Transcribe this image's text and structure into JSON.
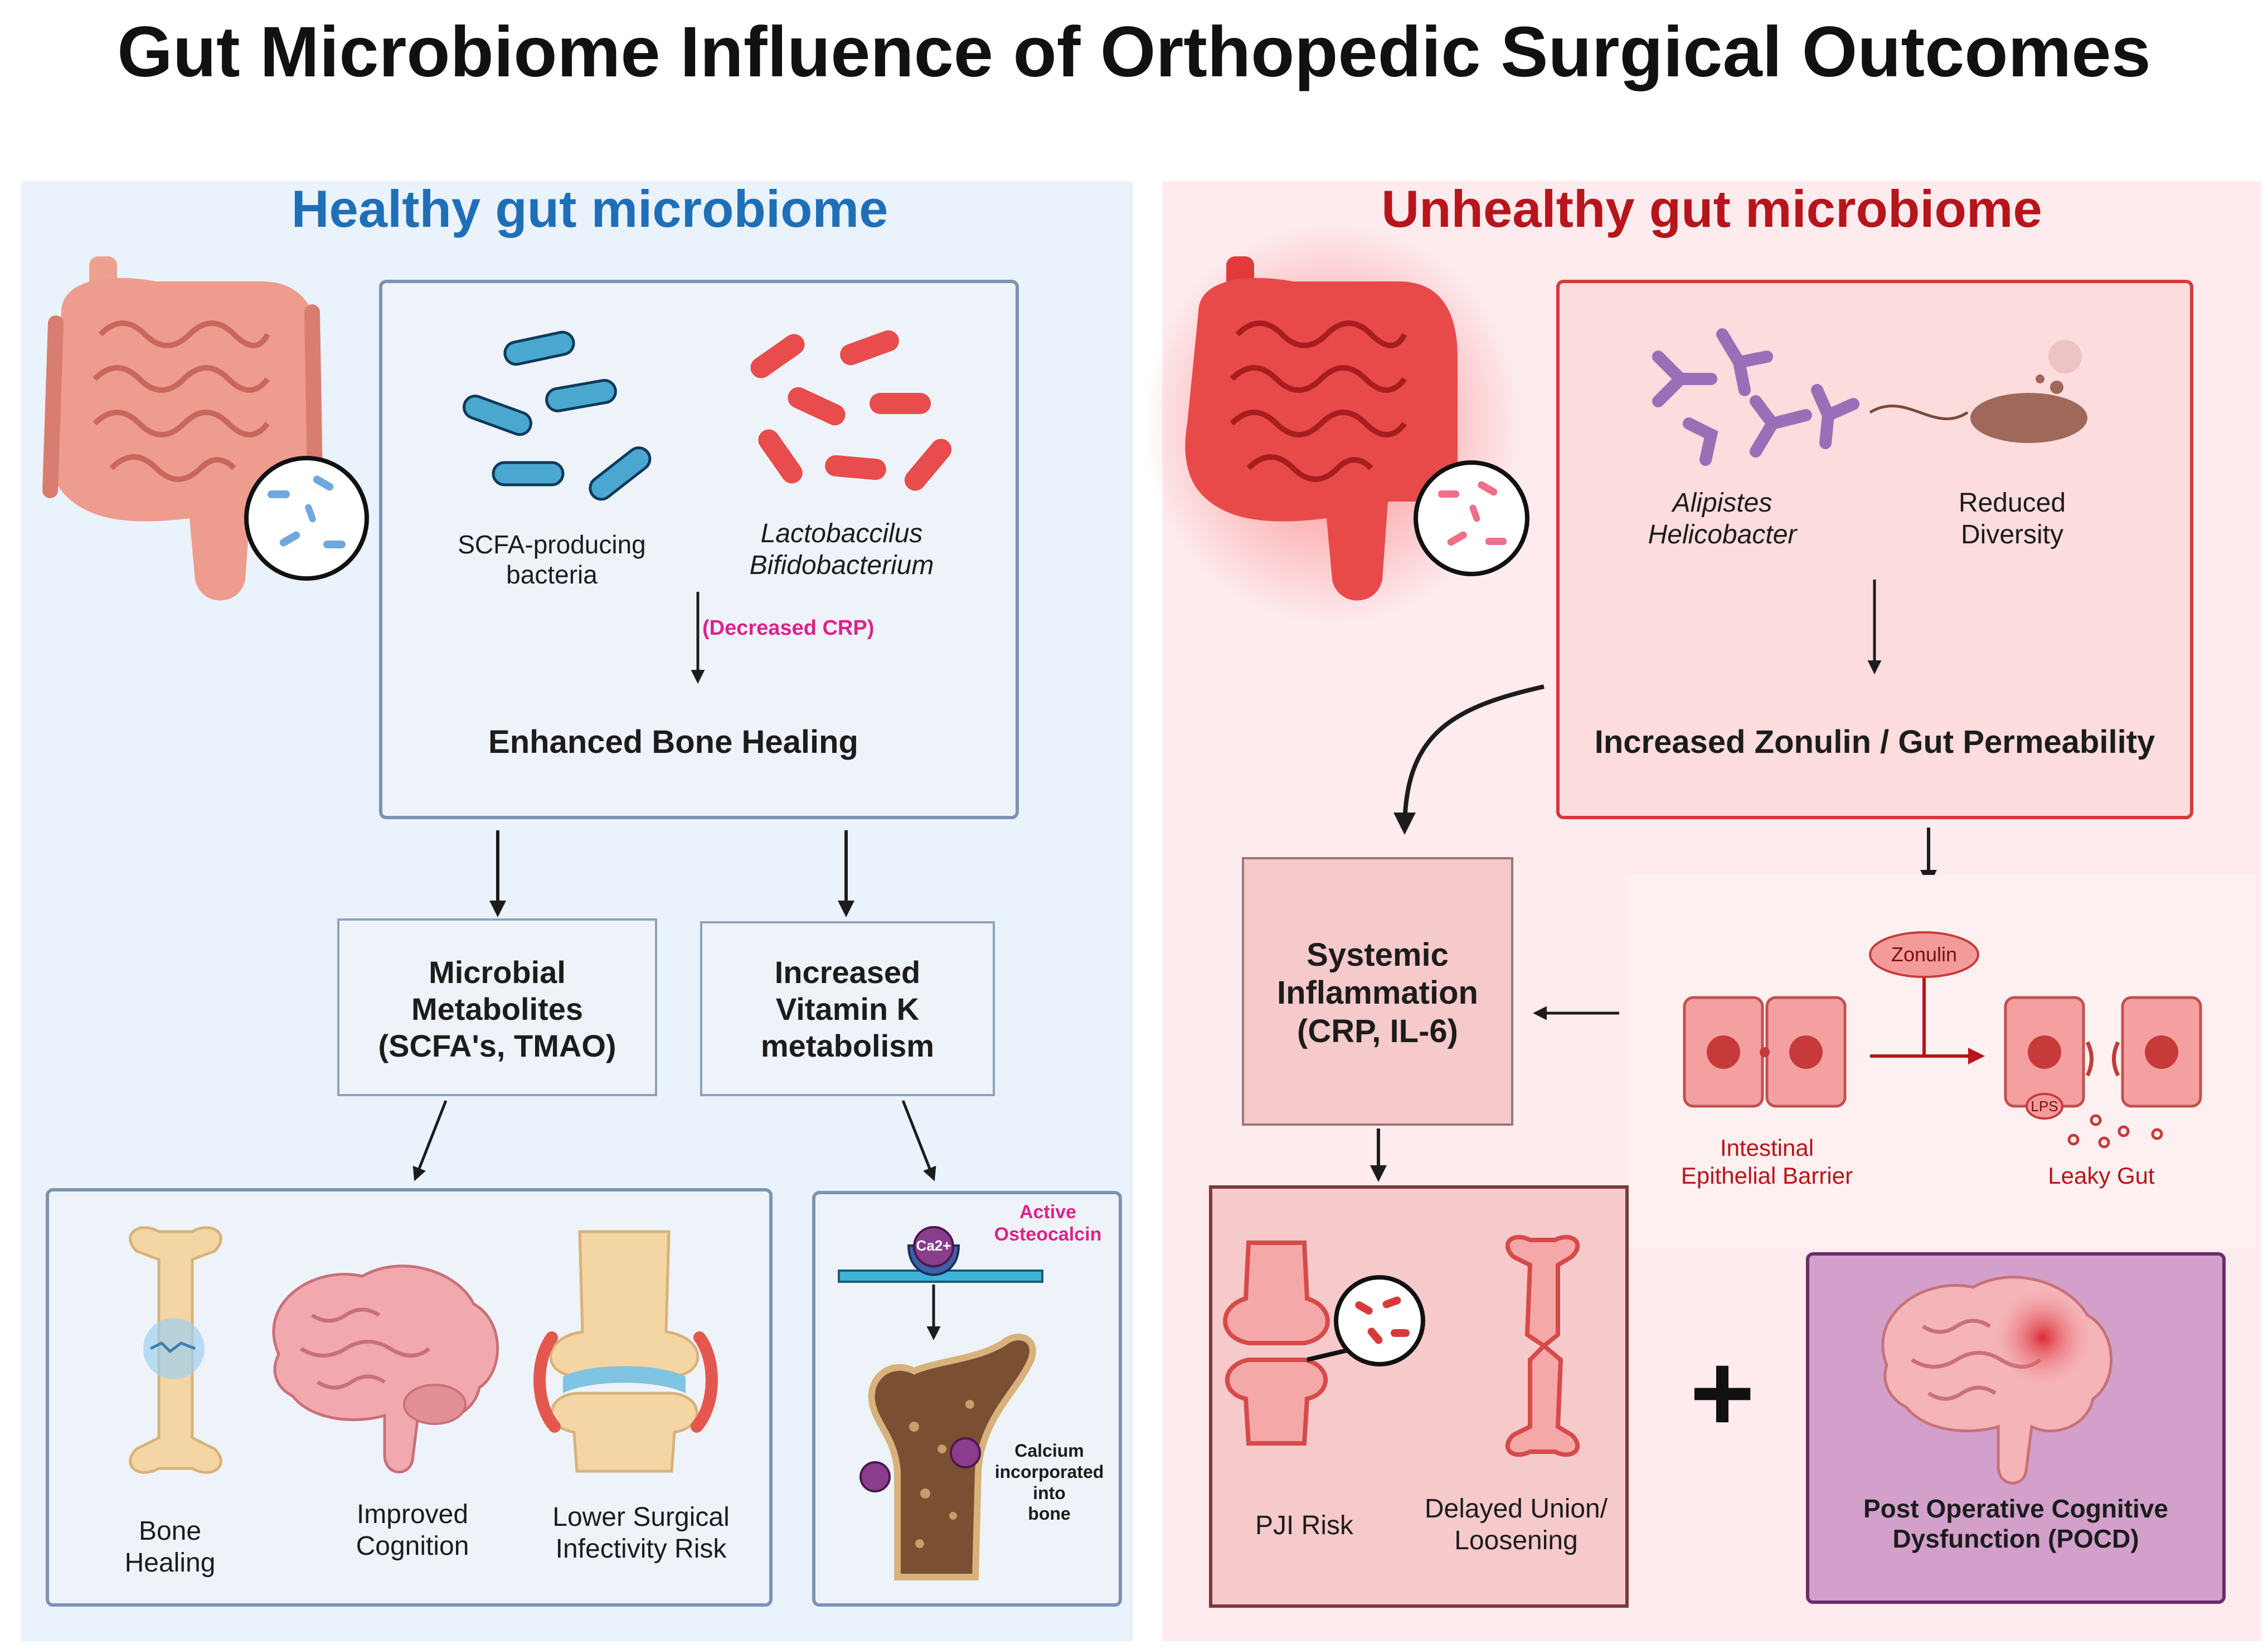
{
  "title": "Gut Microbiome Influence of Orthopedic Surgical Outcomes",
  "colors": {
    "healthy_accent": "#1f6fb8",
    "unhealthy_accent": "#b8141b",
    "emphasis": "#e0218a",
    "healthy_panel": "#eaf2fb",
    "unhealthy_panel": "#fdebee"
  },
  "healthy": {
    "heading": "Healthy gut microbiome",
    "bacteria_1": "SCFA-producing\nbacteria",
    "bacteria_2": "Lactobaccilus\nBifidobacterium",
    "crp_note": "(Decreased CRP)",
    "result": "Enhanced Bone Healing",
    "metabolites": "Microbial\nMetabolites\n(SCFA's, TMAO)",
    "vitamin_k": "Increased\nVitamin K\nmetabolism",
    "outcome_bone": "Bone\nHealing",
    "outcome_cognition": "Improved\nCognition",
    "outcome_infection": "Lower Surgical\nInfectivity Risk",
    "osteocalcin": "Active\nOsteocalcin",
    "ca_label": "Ca2+",
    "calcium": "Calcium\nincorporated\ninto\nbone"
  },
  "unhealthy": {
    "heading": "Unhealthy gut microbiome",
    "bacteria_1": "Alipistes\nHelicobacter",
    "bacteria_2": "Reduced\nDiversity",
    "result": "Increased Zonulin / Gut Permeability",
    "inflammation": "Systemic\nInflammation\n(CRP, IL-6)",
    "zonulin": "Zonulin",
    "barrier": "Intestinal\nEpithelial Barrier",
    "lps": "LPS",
    "leaky": "Leaky Gut",
    "pji": "PJI Risk",
    "union": "Delayed Union/\nLoosening",
    "plus": "+",
    "pocd": "Post Operative Cognitive\nDysfunction (POCD)"
  }
}
